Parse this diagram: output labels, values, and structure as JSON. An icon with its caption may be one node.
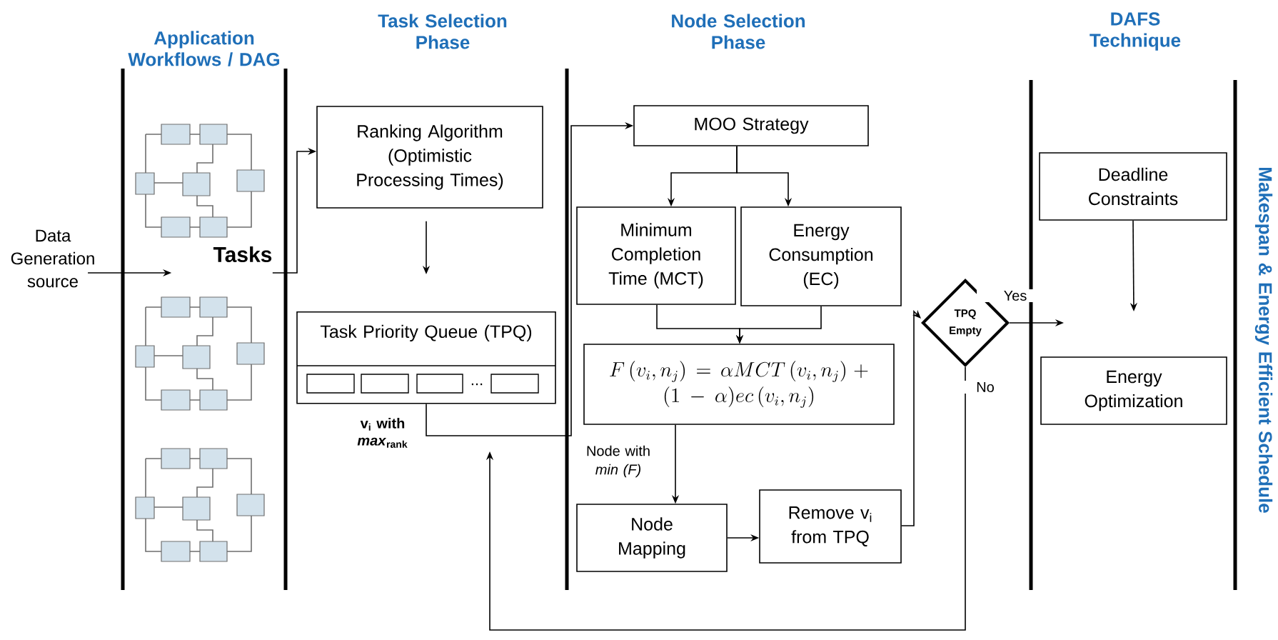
{
  "diagram": {
    "nodes": [
      {
        "text": [
          "Data Generation source"
        ]
      },
      {
        "text": [
          "Tasks"
        ]
      },
      {
        "text": [
          "Ranking Algorithm (Optimistic Processing Times)"
        ]
      },
      {
        "text": [
          "Task Priority Queue (TPQ)"
        ]
      },
      {
        "text": [
          "MOO Strategy"
        ]
      },
      {
        "text": [
          "Minimum Completion Time (MCT)"
        ]
      },
      {
        "text": [
          "Energy Consumption (EC)"
        ]
      },
      {
        "text": [
          "F\\left(v_i,n_j\\right)=\\alpha MCT\\left(v_i,n_j\\right)+(1-\\alpha)ec\\left(v_i,n_j\\right)"
        ]
      },
      {
        "text": [
          "Node Mapping"
        ]
      },
      {
        "text": [
          "Remove v$_{i}$ from TPQ"
        ]
      },
      {
        "text": [
          "TPQ Empty"
        ]
      },
      {
        "text": [
          "Deadline Constraints"
        ]
      },
      {
        "text": [
          "Energy Optimization"
        ]
      }
    ],
    "edges": [
      {
        "from": 0,
        "to": 1,
        "arrow": "to"
      },
      {
        "from": 1,
        "to": 2,
        "arrow": "to"
      },
      {
        "from": 2,
        "to": 3,
        "arrow": "to"
      },
      {
        "from": 3,
        "to": 4,
        "arrow": "to",
        "label": "v$_{i}$ with *max*$_{rank}$"
      },
      {
        "from": 4,
        "to": 5,
        "arrow": "to"
      },
      {
        "from": 4,
        "to": 6,
        "arrow": "to"
      },
      {
        "from": 5,
        "to": 7,
        "arrow": "to"
      },
      {
        "from": 6,
        "to": 7,
        "arrow": "to"
      },
      {
        "from": 7,
        "to": 8,
        "arrow": "to",
        "label": "Node with *min (F)*"
      },
      {
        "from": 8,
        "to": 9,
        "arrow": "to"
      },
      {
        "from": 9,
        "to": 10,
        "arrow": "to"
      },
      {
        "from": 10,
        "to": null,
        "arrow": "to",
        "label": "Yes"
      },
      {
        "from": 10,
        "to": null,
        "arrow": "to",
        "label": "No"
      },
      {
        "from": 11,
        "to": 12,
        "arrow": "to"
      }
    ],
    "labels": [
      "Application Workflows / DAG",
      "Task Selection Phase",
      "Node Selection Phase",
      "DAFS Technique",
      "Makespan & Energy Efficient Schedule",
      "..."
    ]
  }
}
